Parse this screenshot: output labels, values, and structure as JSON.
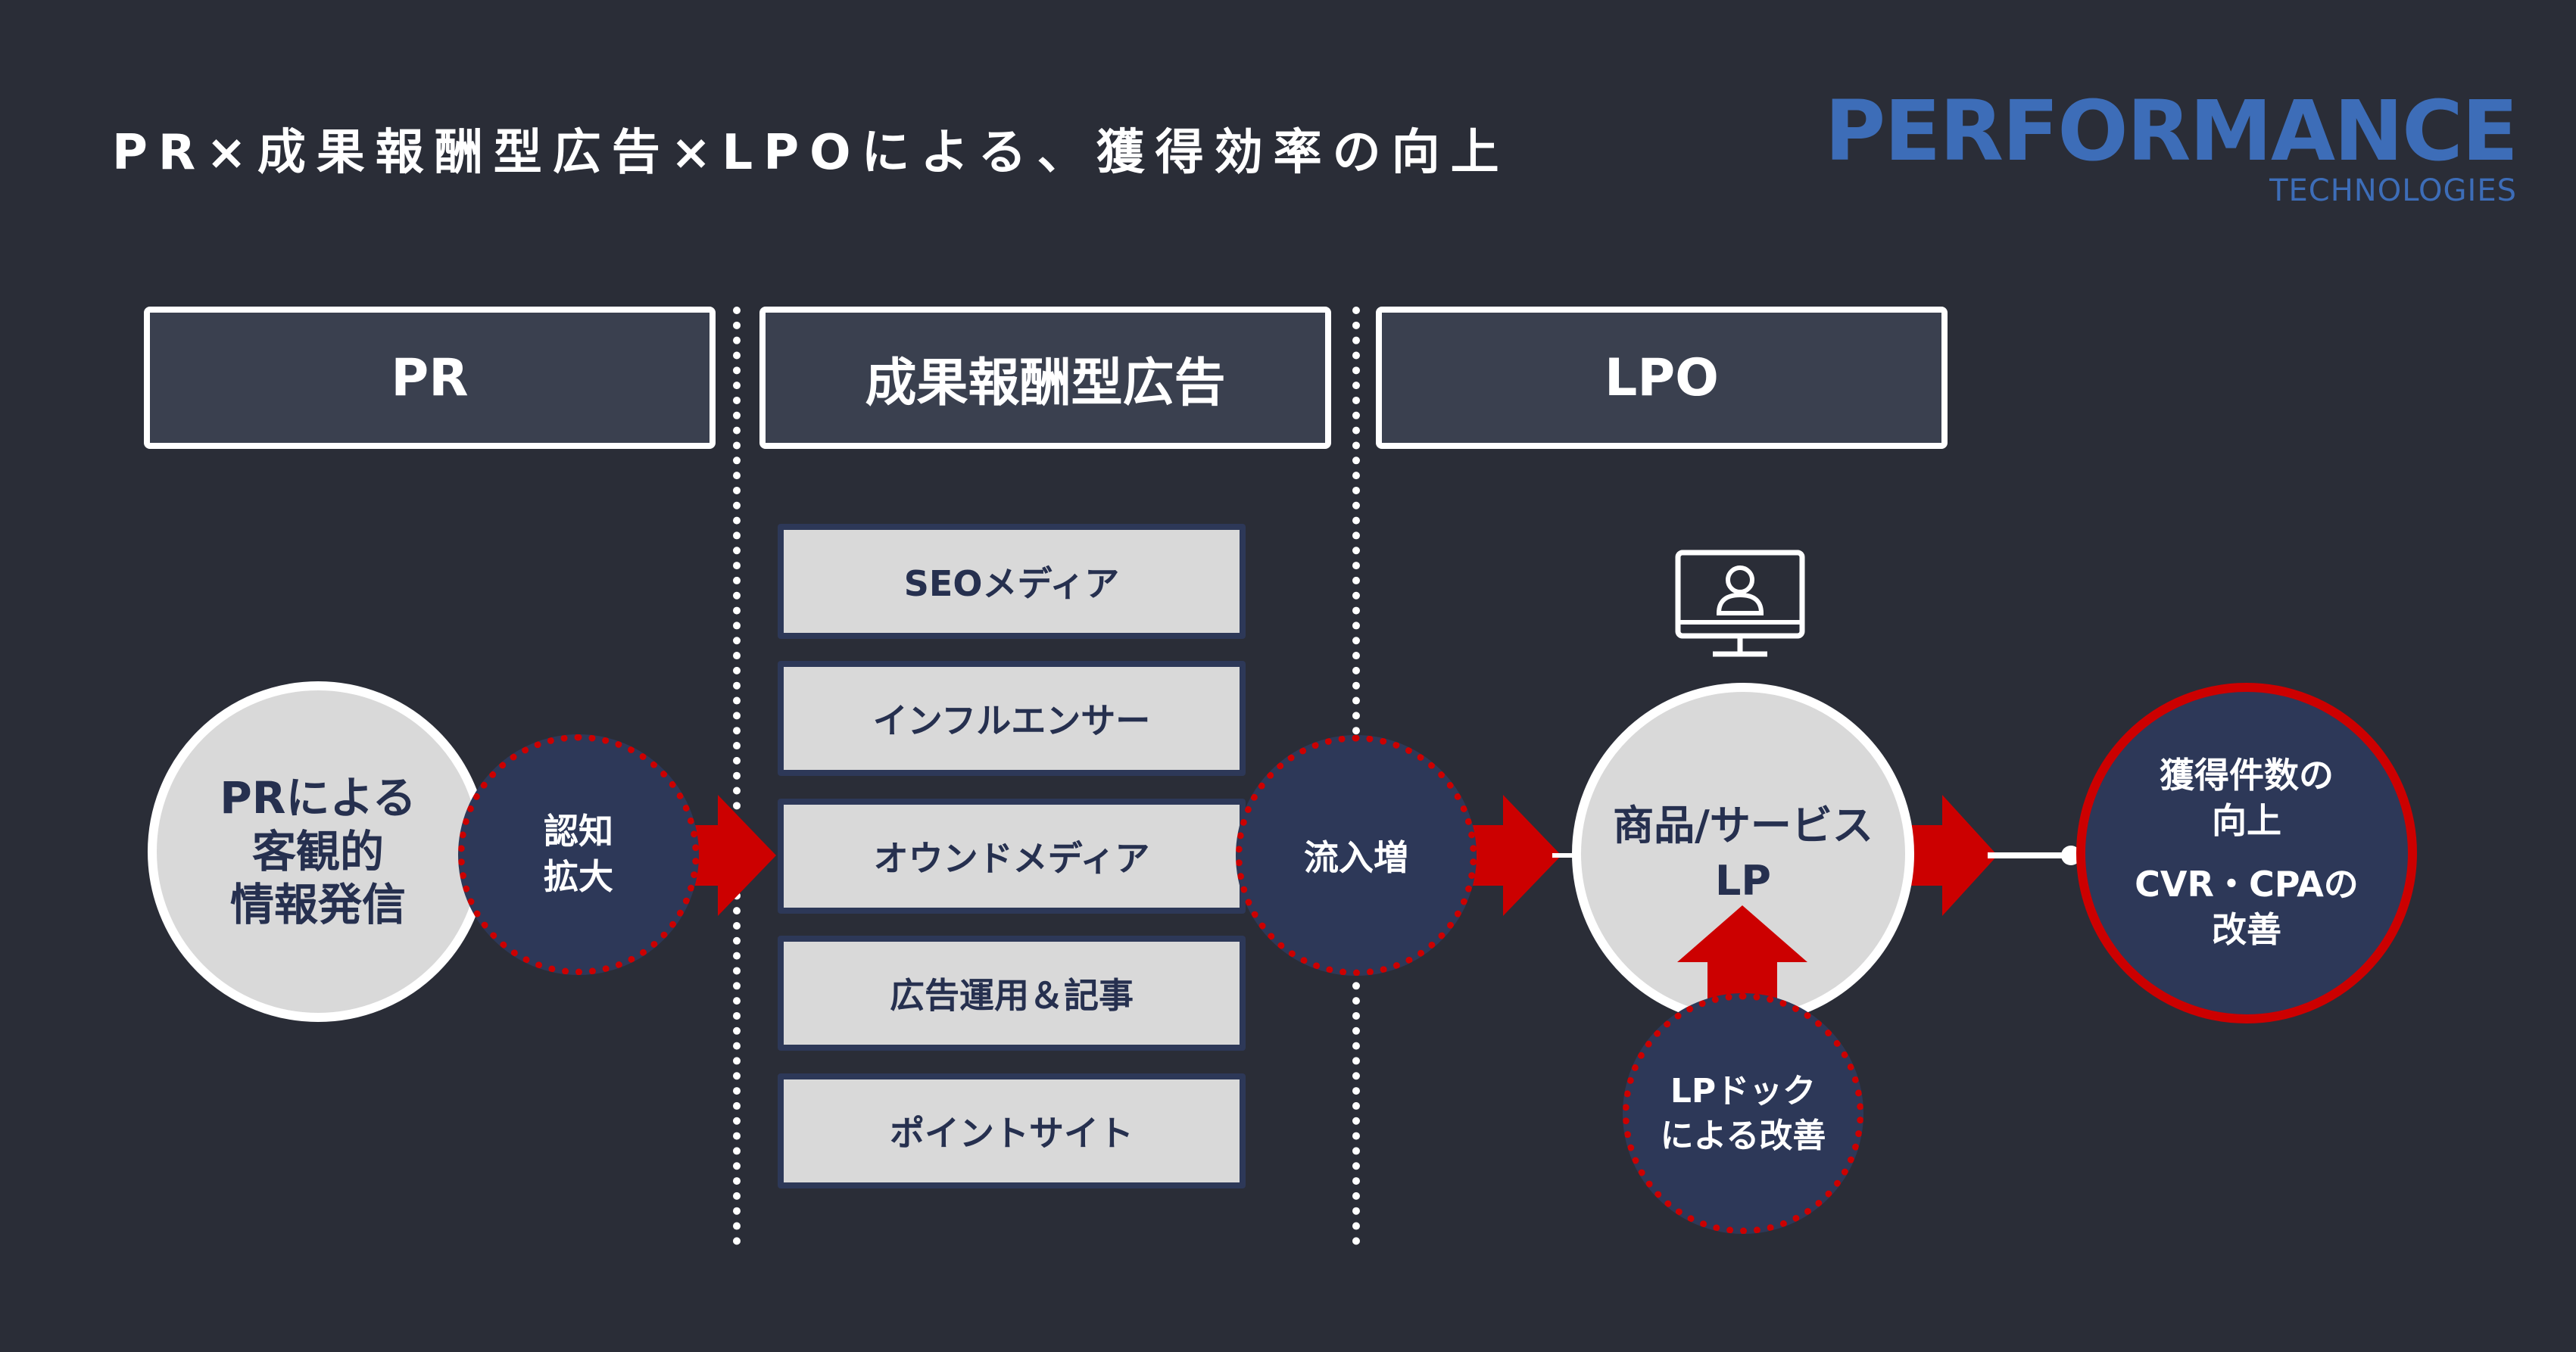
{
  "title": "PR×成果報酬型広告×LPOによる、獲得効率の向上",
  "logo": {
    "main": "PERFORMANCE",
    "sub": "TECHNOLOGIES"
  },
  "columns": {
    "pr": "PR",
    "ads": "成果報酬型広告",
    "lpo": "LPO"
  },
  "pr_circle": {
    "line1": "PRによる",
    "line2": "客観的",
    "line3": "情報発信"
  },
  "awareness": {
    "line1": "認知",
    "line2": "拡大"
  },
  "channels": [
    "SEOメディア",
    "インフルエンサー",
    "オウンドメディア",
    "広告運用＆記事",
    "ポイントサイト"
  ],
  "inflow": "流入増",
  "lp_circle": {
    "line1": "商品/サービス",
    "line2": "LP"
  },
  "lp_dock": {
    "line1": "LPドック",
    "line2": "による改善"
  },
  "goal": {
    "line1": "獲得件数の",
    "line2": "向上",
    "line3": "CVR・CPAの",
    "line4": "改善"
  },
  "icons": {
    "monitor": "monitor-user-icon"
  },
  "colors": {
    "background": "#2a2d37",
    "navy": "#2d3858",
    "accent_red": "#cc0000",
    "light_gray": "#d9d9d9",
    "logo_blue": "#3d6db8"
  }
}
